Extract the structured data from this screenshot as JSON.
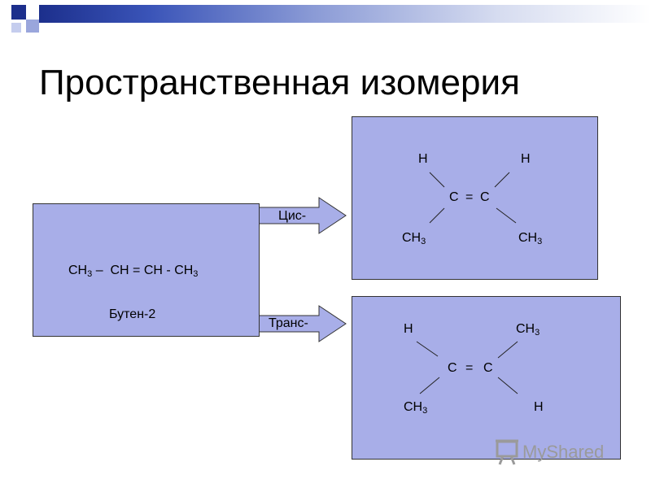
{
  "slide": {
    "title": "Пространственная изомерия"
  },
  "source": {
    "formula_parts": [
      "CH",
      "3",
      "–",
      "CH",
      "=",
      "CH",
      "-",
      "CH",
      "3"
    ],
    "name": "Бутен-2"
  },
  "arrows": {
    "cis_label": "Цис-",
    "trans_label": "Транс-"
  },
  "cis": {
    "top_left": "H",
    "top_right": "H",
    "c_left": "C",
    "bond": "=",
    "c_right": "C",
    "bottom_left_base": "CH",
    "bottom_left_sub": "3",
    "bottom_right_base": "CH",
    "bottom_right_sub": "3"
  },
  "trans": {
    "top_left": "H",
    "top_right_base": "CH",
    "top_right_sub": "3",
    "c_left": "C",
    "bond": "=",
    "c_right": "C",
    "bottom_left_base": "CH",
    "bottom_left_sub": "3",
    "bottom_right": "H"
  },
  "watermark": {
    "text": "MyShared",
    "icon": "presentation-board-icon"
  },
  "colors": {
    "box_fill": "#a8aee8",
    "arrow_fill": "#a8aee8",
    "header_dark": "#1c2f8c",
    "header_light": "#a9b3e0"
  }
}
